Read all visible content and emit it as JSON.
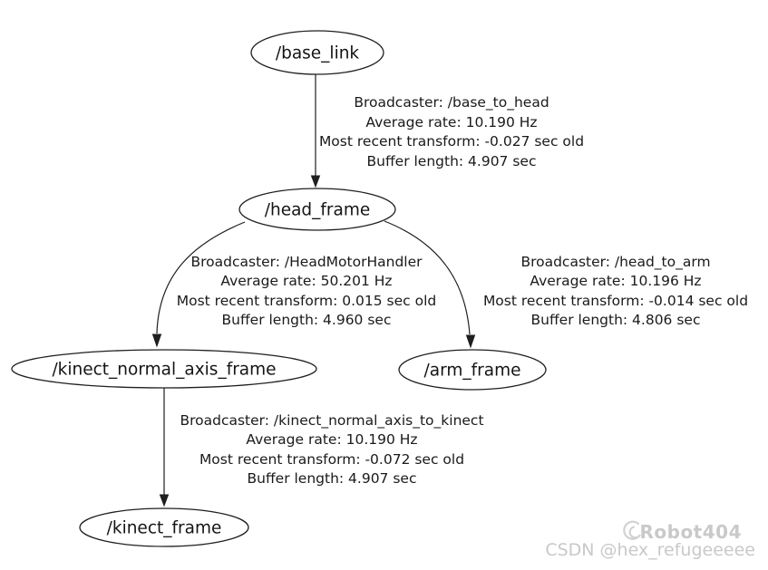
{
  "diagram": {
    "type": "tf-frame-tree",
    "nodes": [
      {
        "id": "base_link",
        "label": "/base_link"
      },
      {
        "id": "head_frame",
        "label": "/head_frame"
      },
      {
        "id": "kinect_normal_axis_frame",
        "label": "/kinect_normal_axis_frame"
      },
      {
        "id": "arm_frame",
        "label": "/arm_frame"
      },
      {
        "id": "kinect_frame",
        "label": "/kinect_frame"
      }
    ],
    "edges": [
      {
        "from": "/base_link",
        "to": "/head_frame",
        "lines": [
          "Broadcaster: /base_to_head",
          "Average rate: 10.190 Hz",
          "Most recent transform: -0.027 sec old",
          "Buffer length: 4.907 sec"
        ]
      },
      {
        "from": "/head_frame",
        "to": "/kinect_normal_axis_frame",
        "lines": [
          "Broadcaster: /HeadMotorHandler",
          "Average rate: 50.201 Hz",
          "Most recent transform: 0.015 sec old",
          "Buffer length: 4.960 sec"
        ]
      },
      {
        "from": "/head_frame",
        "to": "/arm_frame",
        "lines": [
          "Broadcaster: /head_to_arm",
          "Average rate: 10.196 Hz",
          "Most recent transform: -0.014 sec old",
          "Buffer length: 4.806 sec"
        ]
      },
      {
        "from": "/kinect_normal_axis_frame",
        "to": "/kinect_frame",
        "lines": [
          "Broadcaster: /kinect_normal_axis_to_kinect",
          "Average rate: 10.190 Hz",
          "Most recent transform: -0.072 sec old",
          "Buffer length: 4.907 sec"
        ]
      }
    ]
  },
  "watermark": {
    "logo_icon": "swirl-logo-icon",
    "brand": "Robot404",
    "credit": "CSDN @hex_refugeeeee"
  },
  "colors": {
    "background": "#ffffff",
    "stroke": "#1f1f1f",
    "text": "#1a1a1a",
    "watermark": "#c9c9c9"
  }
}
